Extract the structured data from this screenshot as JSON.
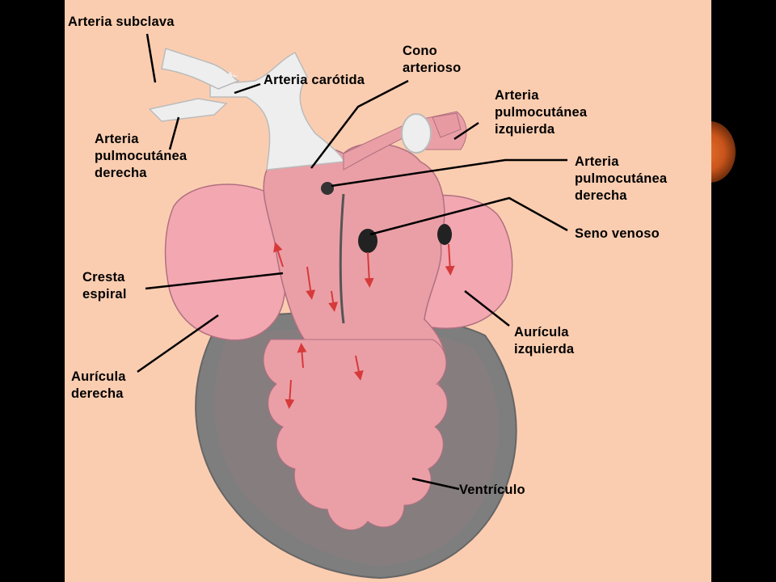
{
  "labels": {
    "arteria_subclava": "Arteria subclava",
    "arteria_carotida": "Arteria carótida",
    "cono_arterioso": "Cono\narterioso",
    "arteria_pulmocutanea_izquierda": "Arteria\npulmocutánea\nizquierda",
    "arteria_pulmocutanea_derecha_left": "Arteria\npulmocutánea\nderecha",
    "arteria_pulmocutanea_derecha_right": "Arteria\npulmocutánea\nderecha",
    "seno_venoso": "Seno venoso",
    "cresta_espiral": "Cresta\nespiral",
    "auricula_izquierda": "Aurícula\nizquierda",
    "auricula_derecha": "Aurícula\nderecha",
    "ventriculo": "Ventrículo"
  },
  "colors": {
    "background": "#000000",
    "panel": "#fbcdb0",
    "ventricle_outer": "#7e7e7e",
    "ventricle_inner": "#b08c8c",
    "heart_tissue": "#ea9fa6",
    "atrium": "#f2a7b1",
    "vessels": "#eeeeee",
    "flow_arrows": "#d63a3a",
    "leader_lines": "#000000"
  }
}
